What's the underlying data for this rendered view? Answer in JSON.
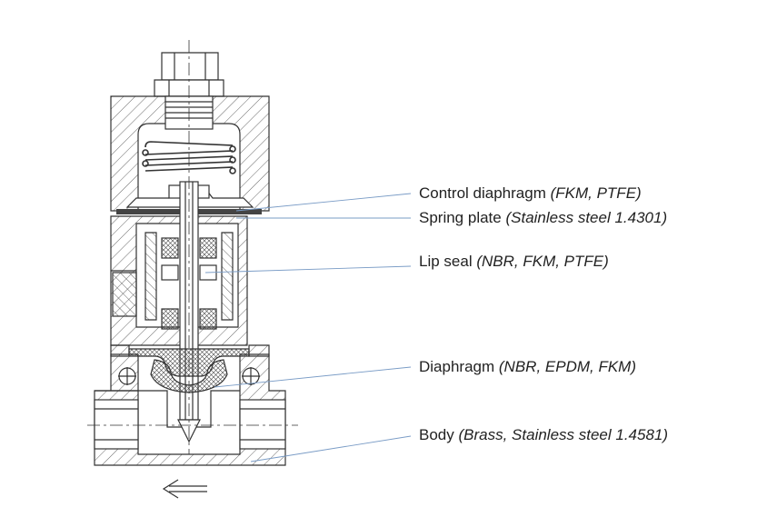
{
  "callouts": [
    {
      "id": "control-diaphragm",
      "name": "Control diaphragm",
      "material": "(FKM, PTFE)"
    },
    {
      "id": "spring-plate",
      "name": "Spring plate",
      "material": "(Stainless steel 1.4301)"
    },
    {
      "id": "lip-seal",
      "name": "Lip seal",
      "material": "(NBR, FKM, PTFE)"
    },
    {
      "id": "diaphragm",
      "name": "Diaphragm",
      "material": "(NBR, EPDM, FKM)"
    },
    {
      "id": "body",
      "name": "Body",
      "material": "(Brass, Stainless steel 1.4581)"
    }
  ],
  "colors": {
    "linework": "#333333",
    "leader": "#7a9cc6",
    "hatch": "#555555",
    "text": "#222222"
  },
  "flow_arrow": "left-arrow-icon"
}
